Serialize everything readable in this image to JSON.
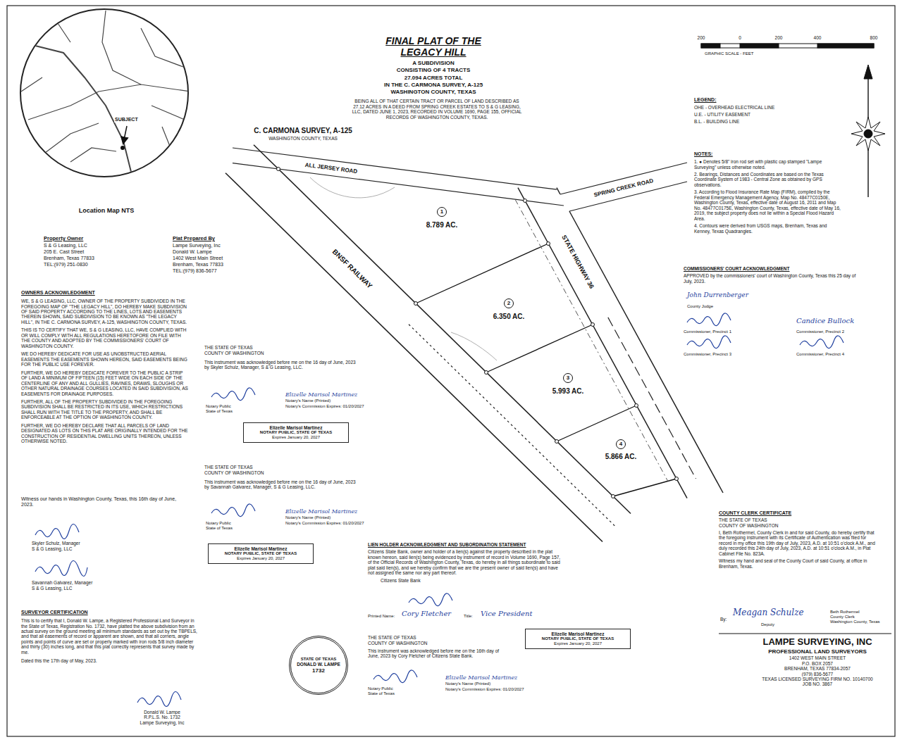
{
  "diagram": {
    "title": "FINAL PLAT OF THE LEGACY HILL",
    "nodes": [
      {
        "text": [
          "SUBJECT",
          "Location Map NTS"
        ]
      },
      {
        "text": [
          "Elizelle Marisol Martinez",
          "NOTARY PUBLIC, STATE OF TEXAS",
          "Expires January 20, 2027"
        ]
      },
      {
        "text": [
          "Elizelle Marisol Martinez",
          "NOTARY PUBLIC, STATE OF TEXAS",
          "Expires January 20, 2027"
        ]
      },
      {
        "text": [
          "Elizelle Marisol Martinez",
          "NOTARY PUBLIC, STATE OF TEXAS",
          "Expires January 20, 2027"
        ]
      },
      {
        "text": [
          "STATE OF TEXAS",
          "DONALD W. LAMPE",
          "1732"
        ]
      }
    ],
    "labels": [
      "A SUBDIVISION",
      "CONSISTING OF 4 TRACTS",
      "27.094 ACRES TOTAL",
      "IN THE C. CARMONA SURVEY, A-125",
      "WASHINGTON COUNTY, TEXAS",
      "BEING ALL OF THAT CERTAIN TRACT OR PARCEL OF LAND DESCRIBED AS 27.12 ACRES IN A DEED FROM SPRING CREEK ESTATES TO S & G LEASING, LLC, DATED JUNE 1, 2023, RECORDED IN VOLUME 1690, PAGE 155, OFFICIAL RECORDS OF WASHINGTON COUNTY, TEXAS.",
      "C. CARMONA SURVEY, A-125",
      "WASHINGTON COUNTY, TEXAS",
      "ALL JERSEY ROAD",
      "SPRING CREEK ROAD",
      "STATE HIGHWAY 36",
      "BNSF RAILWAY",
      "1",
      "8.789 AC.",
      "2",
      "6.350 AC.",
      "3",
      "5.993 AC.",
      "4",
      "5.866 AC.",
      "Property Owner",
      "S & G Leasing, LLC",
      "205 E. Cast Street",
      "Brenham, Texas 77833",
      "TEL:(979) 251-0830",
      "Plat Prepared By",
      "Lampe Surveying, Inc",
      "Donald W. Lampe",
      "1402 West Main Street",
      "Brenham, Texas 77833",
      "TEL:(979) 836-5677",
      "OWNERS ACKNOWLEDGMENT",
      "WE, S & G LEASING, LLC, OWNER OF THE PROPERTY SUBDIVIDED IN THE FOREGOING MAP OF \"THE LEGACY HILL\", DO HEREBY MAKE SUBDIVISION OF SAID PROPERTY ACCORDING TO THE LINES, LOTS AND EASEMENTS THEREIN SHOWN, SAID SUBDIVISION TO BE KNOWN AS \"THE LEGACY HILL\", IN THE C. CARMONA SURVEY, A-125, WASHINGTON COUNTY, TEXAS.",
      "THIS IS TO CERTIFY THAT WE, S & G LEASING, LLC, HAVE COMPLIED WITH OR WILL COMPLY WITH ALL REGULATIONS HERETOFORE ON FILE WITH THE COUNTY AND ADOPTED BY THE COMMISSIONERS' COURT OF WASHINGTON COUNTY.",
      "WE DO HEREBY DEDICATE FOR USE AS UNOBSTRUCTED AERIAL EASEMENTS THE EASEMENTS SHOWN HEREON, SAID EASEMENTS BEING FOR THE PUBLIC USE FOREVER.",
      "FURTHER, WE DO HEREBY DEDICATE FOREVER TO THE PUBLIC A STRIP OF LAND A MINIMUM OF FIFTEEN (15) FEET WIDE ON EACH SIDE OF THE CENTERLINE OF ANY AND ALL GULLIES, RAVINES, DRAWS, SLOUGHS OR OTHER NATURAL DRAINAGE COURSES LOCATED IN SAID SUBDIVISION, AS EASEMENTS FOR DRAINAGE PURPOSES.",
      "FURTHER, ALL OF THE PROPERTY SUBDIVIDED IN THE FOREGOING SUBDIVISION SHALL BE RESTRICTED IN ITS USE, WHICH RESTRICTIONS SHALL RUN WITH THE TITLE TO THE PROPERTY, AND SHALL BE ENFORCEABLE AT THE OPTION OF WASHINGTON COUNTY.",
      "FURTHER, WE DO HEREBY DECLARE THAT ALL PARCELS OF LAND DESIGNATED AS LOTS ON THIS PLAT ARE ORIGINALLY INTENDED FOR THE CONSTRUCTION OF RESIDENTIAL DWELLING UNITS THEREON, UNLESS OTHERWISE NOTED.",
      "Witness our hands in Washington County, Texas, this 16th day of June, 2023.",
      "Skyler Schulz, Manager",
      "S & G Leasing, LLC",
      "Savannah Galvarez, Manager",
      "S & G Leasing, LLC",
      "SURVEYOR CERTIFICATION",
      "This is to certify that I, Donald W. Lampe, a Registered Professional Land Surveyor in the State of Texas, Registration No. 1732, have platted the above subdivision from an actual survey on the ground meeting all minimum standards as set out by the TBPELS, and that all easements of record or apparent are shown, and that all corners, angle points and points of curve are set or properly marked with iron rods 5/8 inch diameter and thirty (30) inches long, and that this plat correctly represents that survey made by me.",
      "Dated this the 17th day of May, 2023.",
      "Donald W. Lampe",
      "R.P.L.S. No. 1732",
      "Lampe Surveying, Inc",
      "THE STATE OF TEXAS",
      "COUNTY OF WASHINGTON",
      "This instrument was acknowledged before me on the 16 day of June, 2023 by Skyler Schulz, Manager, S & G Leasing, LLC.",
      "Notary Public",
      "State of Texas",
      "Elizelle Marisol Martinez",
      "Notary's Name (Printed)",
      "Notary's Commission Expires: 01/20/2027",
      "THE STATE OF TEXAS",
      "COUNTY OF WASHINGTON",
      "This instrument was acknowledged before me on the 16 day of June, 2023 by Savannah Galvarez, Manager, S & G Leasing, LLC.",
      "Notary Public",
      "State of Texas",
      "Elizelle Marisol Martinez",
      "Notary's Name (Printed)",
      "Notary's Commission Expires: 01/20/2027",
      "LIEN HOLDER ACKNOWLEDGMENT AND SUBORDINATION STATEMENT",
      "Citizens State Bank, owner and holder of a lien(s) against the property described in the plat known hereon, said lien(s) being evidenced by instrument of record in Volume 1690, Page 157, of the Official Records of Washington County, Texas, do hereby in all things subordinate to said plat said lien(s), and we hereby confirm that we are the present owner of said lien(s) and have not assigned the same nor any part thereof.",
      "Citizens State Bank",
      "Printed Name:",
      "Cory Fletcher",
      "Title:",
      "Vice President",
      "THE STATE OF TEXAS",
      "COUNTY OF WASHINGTON",
      "This instrument was acknowledged before me on the 16th day of June, 2023 by Cory Fletcher of Citizens State Bank.",
      "Notary Public",
      "State of Texas",
      "Elizelle Marisol Martinez",
      "Notary's Name (Printed)",
      "Notary's Commission Expires: 01/20/2027",
      "200",
      "0",
      "200",
      "400",
      "800",
      "GRAPHIC SCALE - FEET",
      "LEGEND:",
      "NOTES:",
      "1. ● Denotes 5/8\" iron rod set with plastic cap stamped \"Lampe Surveying\" unless otherwise noted.",
      "2. Bearings, Distances and Coordinates are based on the Texas Coordinate System of 1983 - Central Zone as obtained by GPS observations.",
      "3. According to Flood Insurance Rate Map (FIRM), compiled by the Federal Emergency Management Agency, Map No. 48477C0150E, Washington County, Texas, effective date of August 16, 2011 and Map No. 48477C0175E, Washington County, Texas, effective date of May 16, 2019, the subject property does not lie within a Special Flood Hazard Area.",
      "4. Contours were derived from USGS maps, Brenham, Texas and Kenney, Texas Quadrangles.",
      "COMMISSIONERS' COURT ACKNOWLEDGMENT",
      "APPROVED by the commissioners' court of Washington County, Texas this 25 day of July, 2023.",
      "John Durrenberger",
      "County Judge",
      "Commissioner, Precinct 1",
      "Candice Bullock",
      "Commissioner, Precinct 2",
      "Commissioner, Precinct 3",
      "Commissioner, Precinct 4",
      "COUNTY CLERK CERTIFICATE",
      "THE STATE OF TEXAS",
      "COUNTY OF WASHINGTON",
      "I, Beth Rothermel, County Clerk in and for said County, do hereby certify that the foregoing instrument with its Certificate of Authentication was filed for record in my office this 19th day of July, 2023, A.D. at 10:51 o'clock A.M., and duly recorded this 24th day of July, 2023, A.D. at 10:51 o'clock A.M., in Plat Cabinet File No. 823A.",
      "Witness my hand and seal of the County Court of said County, at office in Brenham, Texas.",
      "By:",
      "Meagan Schulze",
      "Deputy",
      "Beth Rothermel",
      "County Clerk",
      "Washington County, Texas",
      "LAMPE SURVEYING, INC",
      "PROFESSIONAL LAND SURVEYORS",
      "1402 WEST MAIN STREET",
      "P.O. BOX 2057",
      "BRENHAM, TEXAS 77834-2057",
      "(979) 836-5677",
      "TEXAS LICENSED SURVEYING FIRM NO. 10140700",
      "JOB NO. 3867"
    ],
    "legend": [
      {
        "text": "OHE - OVERHEAD ELECTRICAL LINE"
      },
      {
        "text": "U.E. - UTILITY EASEMENT"
      },
      {
        "text": "B.L. - BUILDING LINE"
      }
    ]
  }
}
